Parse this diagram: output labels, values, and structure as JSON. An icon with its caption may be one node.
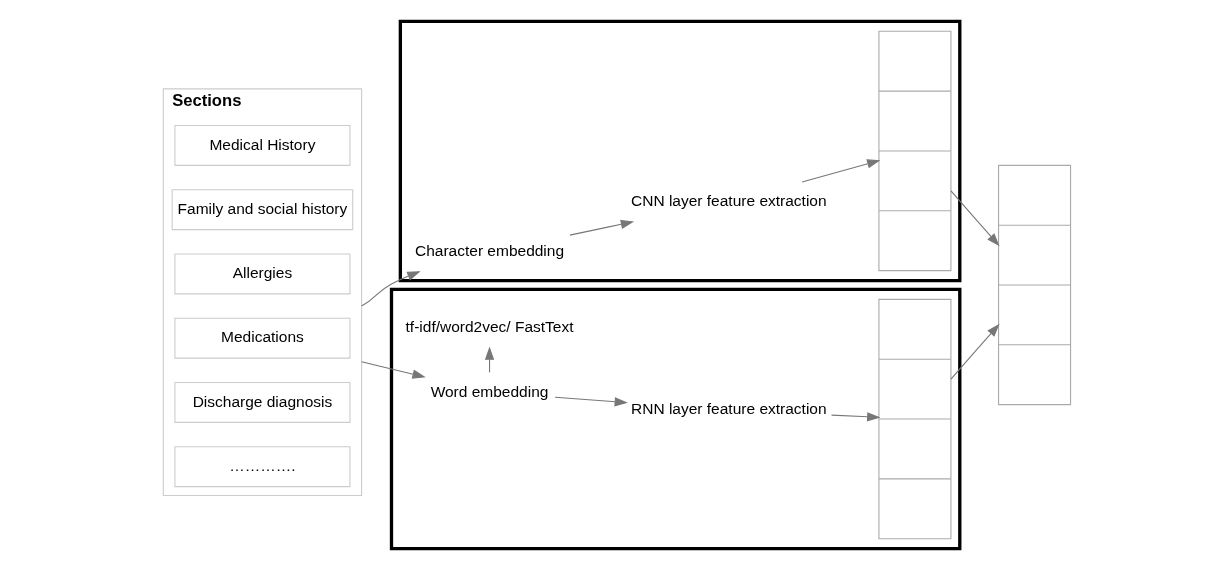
{
  "diagram": {
    "nodes": [
      {
        "text": [
          "Sections"
        ]
      },
      {
        "text": [
          "Medical History"
        ],
        "in": 0
      },
      {
        "text": [
          "Family and social history"
        ],
        "in": 0
      },
      {
        "text": [
          "Allergies"
        ],
        "in": 0
      },
      {
        "text": [
          "Medications"
        ],
        "in": 0
      },
      {
        "text": [
          "Discharge diagnosis"
        ],
        "in": 0
      },
      {
        "text": [
          "…………."
        ],
        "in": 0
      },
      {
        "text": [],
        "shape": "box"
      },
      {
        "text": [
          "Character embedding"
        ],
        "in": 7
      },
      {
        "text": [
          "CNN layer feature extraction"
        ],
        "in": 7
      },
      {
        "text": [],
        "shape": "box",
        "in": 7
      },
      {
        "text": [],
        "shape": "box"
      },
      {
        "text": [
          "Word embedding"
        ],
        "in": 11
      },
      {
        "text": [
          "RNN layer feature extraction"
        ],
        "in": 11
      },
      {
        "text": [
          "tf-idf/word2vec/ FastText"
        ],
        "in": 11
      },
      {
        "text": [],
        "shape": "box",
        "in": 11
      },
      {
        "text": [],
        "shape": "box"
      }
    ],
    "edges": [
      {
        "from": 0,
        "to": 8,
        "arrow": "to"
      },
      {
        "from": 0,
        "to": 12,
        "arrow": "to"
      },
      {
        "from": 8,
        "to": 9,
        "arrow": "to"
      },
      {
        "from": 9,
        "to": 10,
        "arrow": "to"
      },
      {
        "from": 12,
        "to": 13,
        "arrow": "to"
      },
      {
        "from": 12,
        "to": 14,
        "arrow": "to"
      },
      {
        "from": 13,
        "to": 15,
        "arrow": "to"
      },
      {
        "from": 10,
        "to": 16,
        "arrow": "to"
      },
      {
        "from": 15,
        "to": 16,
        "arrow": "to"
      }
    ]
  }
}
